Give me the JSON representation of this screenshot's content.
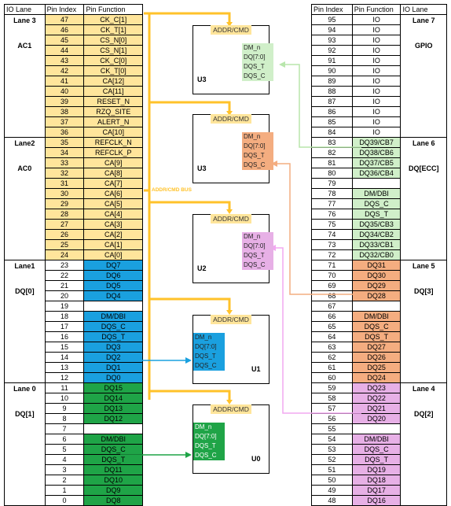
{
  "colors": {
    "addr": "#ffe59b",
    "dq0": "#1fa447",
    "dq1": "#1aa0df",
    "dq2": "#e7b0e6",
    "dq3": "#f4ad80",
    "ecc": "#d0efc9",
    "io": "#ffffff",
    "bus": "#ffc22a"
  },
  "left_table": {
    "headers": [
      "IO Lane",
      "Pin Index",
      "Pin Function"
    ],
    "lanes": [
      {
        "name": "Lane 3",
        "label": "AC1",
        "rows": [
          [
            "47",
            "CK_C[1]"
          ],
          [
            "46",
            "CK_T[1]"
          ],
          [
            "45",
            "CS_N[0]"
          ],
          [
            "44",
            "CS_N[1]"
          ],
          [
            "43",
            "CK_C[0]"
          ],
          [
            "42",
            "CK_T[0]"
          ],
          [
            "41",
            "CA[12]"
          ],
          [
            "40",
            "CA[11]"
          ],
          [
            "39",
            "RESET_N"
          ],
          [
            "38",
            "RZQ_SITE"
          ],
          [
            "37",
            "ALERT_N"
          ],
          [
            "36",
            "CA[10]"
          ]
        ],
        "color": "addr"
      },
      {
        "name": "Lane2",
        "label": "AC0",
        "rows": [
          [
            "35",
            "REFCLK_N"
          ],
          [
            "34",
            "REFCLK_P"
          ],
          [
            "33",
            "CA[9]"
          ],
          [
            "32",
            "CA[8]"
          ],
          [
            "31",
            "CA[7]"
          ],
          [
            "30",
            "CA[6]"
          ],
          [
            "29",
            "CA[5]"
          ],
          [
            "28",
            "CA[4]"
          ],
          [
            "27",
            "CA[3]"
          ],
          [
            "26",
            "CA[2]"
          ],
          [
            "25",
            "CA[1]"
          ],
          [
            "24",
            "CA[0]"
          ]
        ],
        "color": "addr"
      },
      {
        "name": "Lane1",
        "label": "DQ[0]",
        "rows": [
          [
            "23",
            "DQ7"
          ],
          [
            "22",
            "DQ6"
          ],
          [
            "21",
            "DQ5"
          ],
          [
            "20",
            "DQ4"
          ],
          [
            "19",
            ""
          ],
          [
            "18",
            "DM/DBI"
          ],
          [
            "17",
            "DQS_C"
          ],
          [
            "16",
            "DQS_T"
          ],
          [
            "15",
            "DQ3"
          ],
          [
            "14",
            "DQ2"
          ],
          [
            "13",
            "DQ1"
          ],
          [
            "12",
            "DQ0"
          ]
        ],
        "color": "dq1"
      },
      {
        "name": "Lane 0",
        "label": "DQ[1]",
        "rows": [
          [
            "11",
            "DQ15"
          ],
          [
            "10",
            "DQ14"
          ],
          [
            "9",
            "DQ13"
          ],
          [
            "8",
            "DQ12"
          ],
          [
            "7",
            ""
          ],
          [
            "6",
            "DM/DBI"
          ],
          [
            "5",
            "DQS_C"
          ],
          [
            "4",
            "DQS_T"
          ],
          [
            "3",
            "DQ11"
          ],
          [
            "2",
            "DQ10"
          ],
          [
            "1",
            "DQ9"
          ],
          [
            "0",
            "DQ8"
          ]
        ],
        "color": "dq0"
      }
    ]
  },
  "right_table": {
    "headers": [
      "Pin Index",
      "Pin Function",
      "IO Lane"
    ],
    "lanes": [
      {
        "name": "Lane 7",
        "label": "GPIO",
        "rows": [
          [
            "95",
            "IO"
          ],
          [
            "94",
            "IO"
          ],
          [
            "93",
            "IO"
          ],
          [
            "92",
            "IO"
          ],
          [
            "91",
            "IO"
          ],
          [
            "90",
            "IO"
          ],
          [
            "89",
            "IO"
          ],
          [
            "88",
            "IO"
          ],
          [
            "87",
            "IO"
          ],
          [
            "86",
            "IO"
          ],
          [
            "85",
            "IO"
          ],
          [
            "84",
            "IO"
          ]
        ],
        "color": "io"
      },
      {
        "name": "Lane 6",
        "label": "DQ[ECC]",
        "rows": [
          [
            "83",
            "DQ39/CB7"
          ],
          [
            "82",
            "DQ38/CB6"
          ],
          [
            "81",
            "DQ37/CB5"
          ],
          [
            "80",
            "DQ36/CB4"
          ],
          [
            "79",
            ""
          ],
          [
            "78",
            "DM/DBI"
          ],
          [
            "77",
            "DQS_C"
          ],
          [
            "76",
            "DQS_T"
          ],
          [
            "75",
            "DQ35/CB3"
          ],
          [
            "74",
            "DQ34/CB2"
          ],
          [
            "73",
            "DQ33/CB1"
          ],
          [
            "72",
            "DQ32/CB0"
          ]
        ],
        "color": "ecc"
      },
      {
        "name": "Lane 5",
        "label": "DQ[3]",
        "rows": [
          [
            "71",
            "DQ31"
          ],
          [
            "70",
            "DQ30"
          ],
          [
            "69",
            "DQ29"
          ],
          [
            "68",
            "DQ28"
          ],
          [
            "67",
            ""
          ],
          [
            "66",
            "DM/DBI"
          ],
          [
            "65",
            "DQS_C"
          ],
          [
            "64",
            "DQS_T"
          ],
          [
            "63",
            "DQ27"
          ],
          [
            "62",
            "DQ26"
          ],
          [
            "61",
            "DQ25"
          ],
          [
            "60",
            "DQ24"
          ]
        ],
        "color": "dq3"
      },
      {
        "name": "Lane 4",
        "label": "DQ[2]",
        "rows": [
          [
            "59",
            "DQ23"
          ],
          [
            "58",
            "DQ22"
          ],
          [
            "57",
            "DQ21"
          ],
          [
            "56",
            "DQ20"
          ],
          [
            "55",
            ""
          ],
          [
            "54",
            "DM/DBI"
          ],
          [
            "53",
            "DQS_C"
          ],
          [
            "52",
            "DQS_T"
          ],
          [
            "51",
            "DQ19"
          ],
          [
            "50",
            "DQ18"
          ],
          [
            "49",
            "DQ17"
          ],
          [
            "48",
            "DQ16"
          ]
        ],
        "color": "dq2"
      }
    ]
  },
  "bus_label": "ADDR/CMD BUS",
  "chips": [
    {
      "name": "U3",
      "hdr": "ADDR/CMD",
      "pins": [
        "DM_n",
        "DQ[7:0]",
        "DQS_T",
        "DQS_C"
      ],
      "color": "ecc"
    },
    {
      "name": "U3",
      "hdr": "ADDR/CMD",
      "pins": [
        "DM_n",
        "DQ[7:0]",
        "DQS_T",
        "DQS_C"
      ],
      "color": "dq3"
    },
    {
      "name": "U2",
      "hdr": "ADDR/CMD",
      "pins": [
        "DM_n",
        "DQ[7:0]",
        "DQS_T",
        "DQS_C"
      ],
      "color": "dq2"
    },
    {
      "name": "U1",
      "hdr": "ADDR/CMD",
      "pins": [
        "DM_n",
        "DQ[7:0]",
        "DQS_T",
        "DQS_C"
      ],
      "color": "dq1"
    },
    {
      "name": "U0",
      "hdr": "ADDR/CMD",
      "pins": [
        "DM_n",
        "DQ[7:0]",
        "DQS_T",
        "DQS_C"
      ],
      "color": "dq0"
    }
  ]
}
